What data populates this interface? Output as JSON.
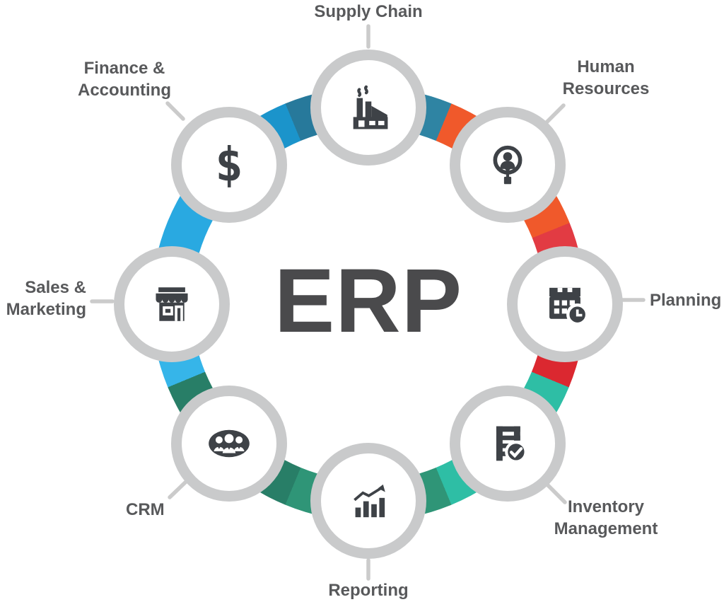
{
  "center": {
    "label": "ERP"
  },
  "nodes": [
    {
      "id": "supply-chain",
      "label": "Supply Chain",
      "icon": "factory-icon"
    },
    {
      "id": "human-resources",
      "label": "Human Resources",
      "icon": "person-search-icon"
    },
    {
      "id": "planning",
      "label": "Planning",
      "icon": "calendar-clock-icon"
    },
    {
      "id": "inventory-management",
      "label": "Inventory Management",
      "icon": "checklist-check-icon"
    },
    {
      "id": "reporting",
      "label": "Reporting",
      "icon": "bar-chart-trend-icon"
    },
    {
      "id": "crm",
      "label": "CRM",
      "icon": "customer-group-icon"
    },
    {
      "id": "sales-marketing",
      "label": "Sales & Marketing",
      "icon": "storefront-icon"
    },
    {
      "id": "finance-accounting",
      "label": "Finance & Accounting",
      "icon": "dollar-sign-icon",
      "icon_char": "$"
    }
  ],
  "colors": {
    "background": "#ffffff",
    "erp_text": "#4a4a4c",
    "label_text": "#58595b",
    "icon": "#3e4247",
    "node_border": "#c9cacb",
    "node_fill": "#ffffff",
    "connector": "#cbcbcb"
  },
  "ring": {
    "segments": [
      {
        "color": "#2f84a3",
        "from": 0,
        "to": 22.5
      },
      {
        "color": "#f0592b",
        "from": 22.5,
        "to": 68
      },
      {
        "color": "#e23b43",
        "from": 68,
        "to": 79
      },
      {
        "color": "#db2830",
        "from": 79,
        "to": 112.5
      },
      {
        "color": "#2ebea5",
        "from": 112.5,
        "to": 157.5
      },
      {
        "color": "#2f9577",
        "from": 157.5,
        "to": 202.5
      },
      {
        "color": "#287e67",
        "from": 202.5,
        "to": 247.5
      },
      {
        "color": "#36b5e9",
        "from": 247.5,
        "to": 270
      },
      {
        "color": "#29a9e1",
        "from": 270,
        "to": 315
      },
      {
        "color": "#1b94cb",
        "from": 315,
        "to": 337.5
      },
      {
        "color": "#27799b",
        "from": 337.5,
        "to": 360
      }
    ]
  }
}
